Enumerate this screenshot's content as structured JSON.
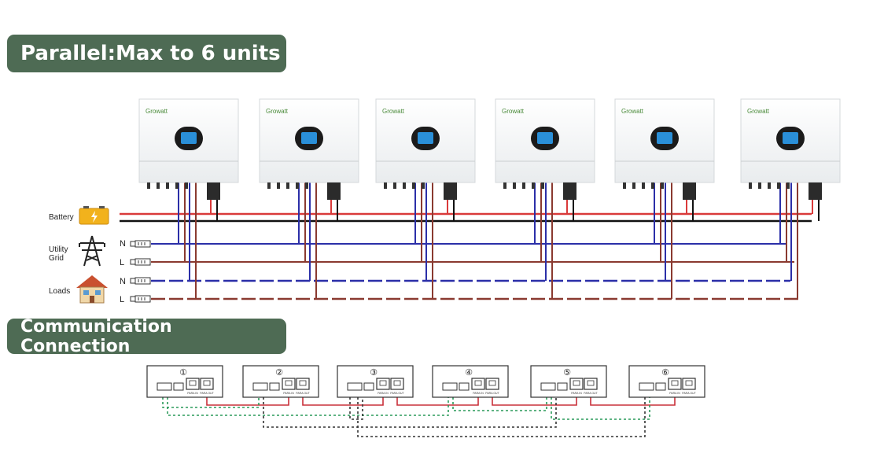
{
  "headings": {
    "parallel": "Parallel:Max to 6 units",
    "communication": "Communication Connection"
  },
  "brand": "Growatt",
  "sources": {
    "battery": "Battery",
    "utility_line1": "Utility",
    "utility_line2": "Grid",
    "loads": "Loads"
  },
  "terminals": {
    "grid_n": "N",
    "grid_l": "L",
    "load_n": "N",
    "load_l": "L"
  },
  "unit_numbers": [
    "①",
    "②",
    "③",
    "④",
    "⑤",
    "⑥"
  ],
  "port_labels": [
    "PARA IN",
    "PARA OUT"
  ],
  "colors": {
    "banner": "#4e6b54",
    "battery_positive": "#d93a3a",
    "battery_negative": "#111111",
    "neutral": "#2b2fa8",
    "line": "#8a3a30",
    "comm_red": "#c9303a",
    "comm_green": "#2a9a5a"
  }
}
